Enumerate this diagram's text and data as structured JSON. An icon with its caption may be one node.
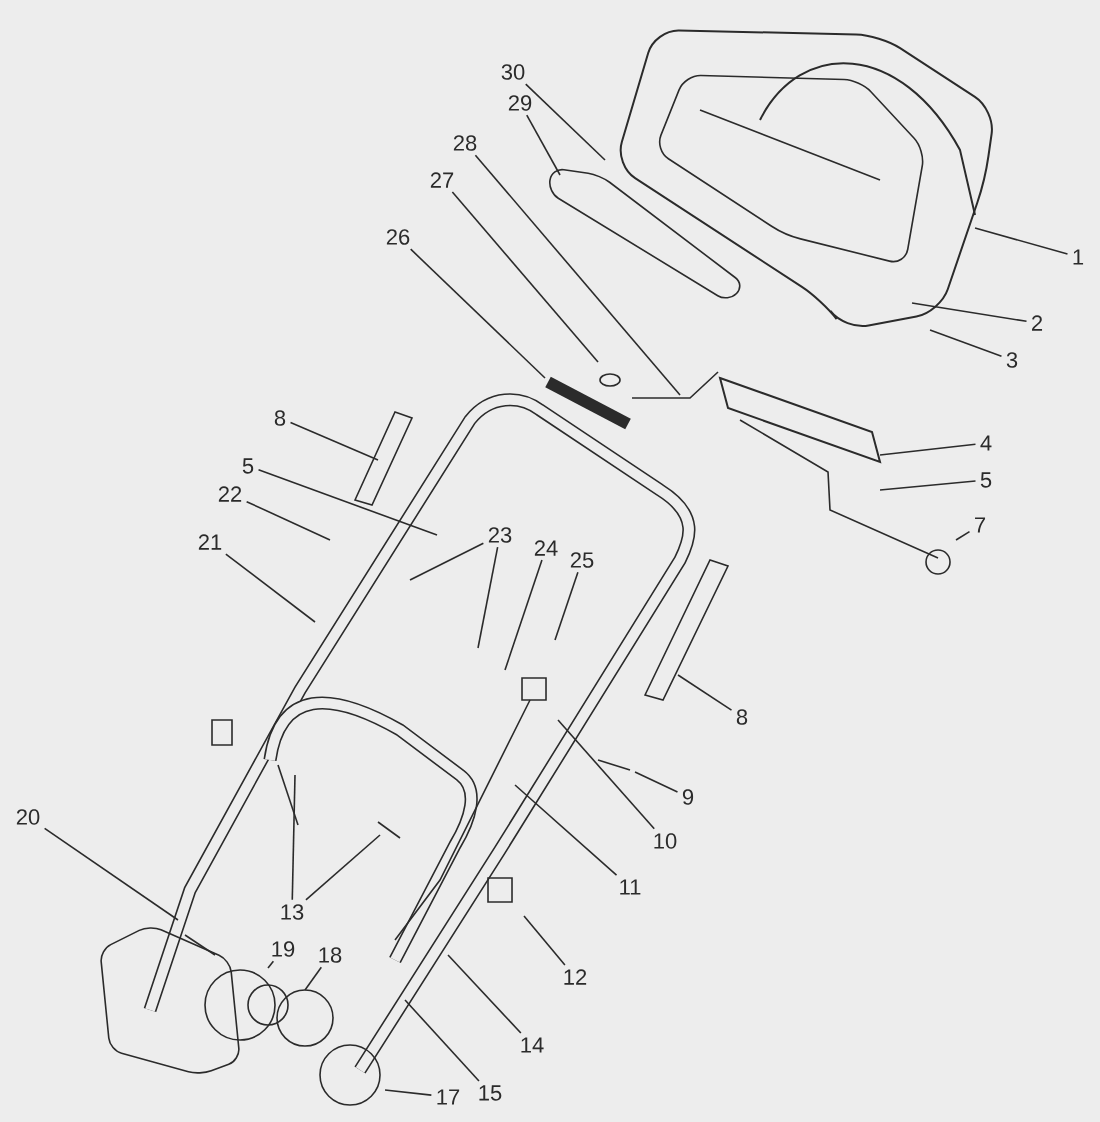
{
  "diagram": {
    "nodes": [
      {
        "text": [
          "30"
        ]
      },
      {
        "text": [
          "29"
        ]
      },
      {
        "text": [
          "28"
        ]
      },
      {
        "text": [
          "27"
        ]
      },
      {
        "text": [
          "26"
        ]
      },
      {
        "text": [
          "1"
        ]
      },
      {
        "text": [
          "2"
        ]
      },
      {
        "text": [
          "3"
        ]
      },
      {
        "text": [
          "8"
        ]
      },
      {
        "text": [
          "4"
        ]
      },
      {
        "text": [
          "5"
        ]
      },
      {
        "text": [
          "5"
        ]
      },
      {
        "text": [
          "22"
        ]
      },
      {
        "text": [
          "7"
        ]
      },
      {
        "text": [
          "23"
        ]
      },
      {
        "text": [
          "24"
        ]
      },
      {
        "text": [
          "25"
        ]
      },
      {
        "text": [
          "21"
        ]
      },
      {
        "text": [
          "8"
        ]
      },
      {
        "text": [
          "9"
        ]
      },
      {
        "text": [
          "20"
        ]
      },
      {
        "text": [
          "10"
        ]
      },
      {
        "text": [
          "11"
        ]
      },
      {
        "text": [
          "13"
        ]
      },
      {
        "text": [
          "19"
        ]
      },
      {
        "text": [
          "18"
        ]
      },
      {
        "text": [
          "12"
        ]
      },
      {
        "text": [
          "14"
        ]
      },
      {
        "text": [
          "15"
        ]
      },
      {
        "text": [
          "17"
        ]
      }
    ],
    "edges": [
      {
        "from": 0,
        "to": null,
        "arrow": "none"
      },
      {
        "from": 1,
        "to": null,
        "arrow": "none"
      },
      {
        "from": 2,
        "to": null,
        "arrow": "none"
      },
      {
        "from": 3,
        "to": null,
        "arrow": "none"
      },
      {
        "from": 4,
        "to": null,
        "arrow": "none"
      },
      {
        "from": 5,
        "to": null,
        "arrow": "none"
      },
      {
        "from": 6,
        "to": null,
        "arrow": "none"
      },
      {
        "from": 7,
        "to": null,
        "arrow": "none"
      },
      {
        "from": 8,
        "to": null,
        "arrow": "none"
      },
      {
        "from": 9,
        "to": null,
        "arrow": "none"
      },
      {
        "from": 10,
        "to": null,
        "arrow": "none"
      },
      {
        "from": 11,
        "to": null,
        "arrow": "none"
      },
      {
        "from": 12,
        "to": null,
        "arrow": "none"
      },
      {
        "from": 13,
        "to": null,
        "arrow": "none"
      },
      {
        "from": 14,
        "to": null,
        "arrow": "none"
      },
      {
        "from": 14,
        "to": null,
        "arrow": "none"
      },
      {
        "from": 15,
        "to": null,
        "arrow": "none"
      },
      {
        "from": 16,
        "to": null,
        "arrow": "none"
      },
      {
        "from": 17,
        "to": null,
        "arrow": "none"
      },
      {
        "from": 18,
        "to": null,
        "arrow": "none"
      },
      {
        "from": 19,
        "to": null,
        "arrow": "none"
      },
      {
        "from": 20,
        "to": null,
        "arrow": "none"
      },
      {
        "from": 21,
        "to": null,
        "arrow": "none"
      },
      {
        "from": 22,
        "to": null,
        "arrow": "none"
      },
      {
        "from": 23,
        "to": null,
        "arrow": "none"
      },
      {
        "from": 23,
        "to": null,
        "arrow": "none"
      },
      {
        "from": 24,
        "to": null,
        "arrow": "none"
      },
      {
        "from": 25,
        "to": null,
        "arrow": "none"
      },
      {
        "from": 26,
        "to": null,
        "arrow": "none"
      },
      {
        "from": 27,
        "to": null,
        "arrow": "none"
      },
      {
        "from": 28,
        "to": null,
        "arrow": "none"
      },
      {
        "from": 29,
        "to": null,
        "arrow": "none"
      }
    ]
  }
}
